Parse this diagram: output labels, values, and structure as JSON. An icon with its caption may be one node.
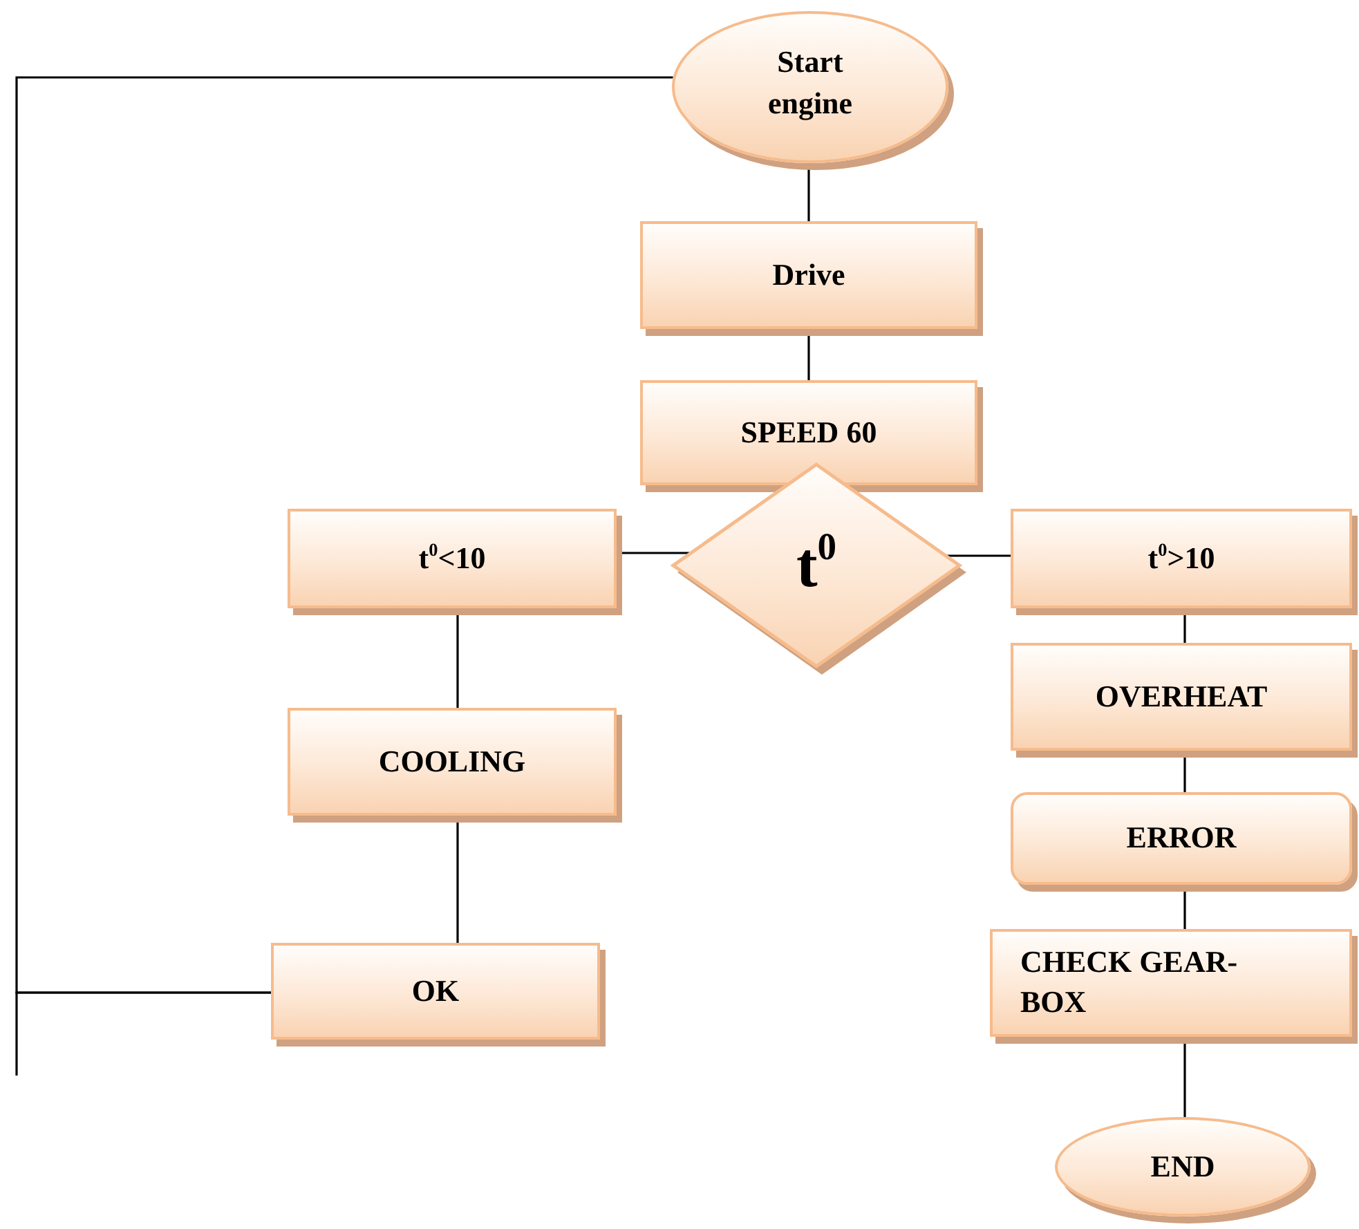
{
  "diagram": {
    "nodes": [
      {
        "text": [
          "Start engine"
        ]
      },
      {
        "text": [
          "Drive"
        ]
      },
      {
        "text": [
          "SPEED 60"
        ]
      },
      {
        "text": [
          "t$^{0}$"
        ]
      },
      {
        "text": [
          "t$^{0}$<10"
        ]
      },
      {
        "text": [
          "t$^{0}$>10"
        ]
      },
      {
        "text": [
          "COOLING"
        ]
      },
      {
        "text": [
          "OVERHEAT"
        ]
      },
      {
        "text": [
          "ERROR"
        ]
      },
      {
        "text": [
          "CHECK GEAR-BOX"
        ]
      },
      {
        "text": [
          "OK"
        ]
      },
      {
        "text": [
          "END"
        ]
      }
    ],
    "edges": [
      {
        "from": 0,
        "to": 1,
        "arrow": "none"
      },
      {
        "from": 1,
        "to": 2,
        "arrow": "none"
      },
      {
        "from": 3,
        "to": 4,
        "arrow": "none"
      },
      {
        "from": 3,
        "to": 5,
        "arrow": "none"
      },
      {
        "from": 4,
        "to": 6,
        "arrow": "none"
      },
      {
        "from": 6,
        "to": 10,
        "arrow": "none"
      },
      {
        "from": 5,
        "to": 7,
        "arrow": "none"
      },
      {
        "from": 7,
        "to": 8,
        "arrow": "none"
      },
      {
        "from": 8,
        "to": 9,
        "arrow": "none"
      },
      {
        "from": 9,
        "to": 11,
        "arrow": "none"
      },
      {
        "from": 10,
        "to": 0,
        "arrow": "none"
      },
      {
        "from": 10,
        "to": null,
        "arrow": "none"
      }
    ]
  }
}
